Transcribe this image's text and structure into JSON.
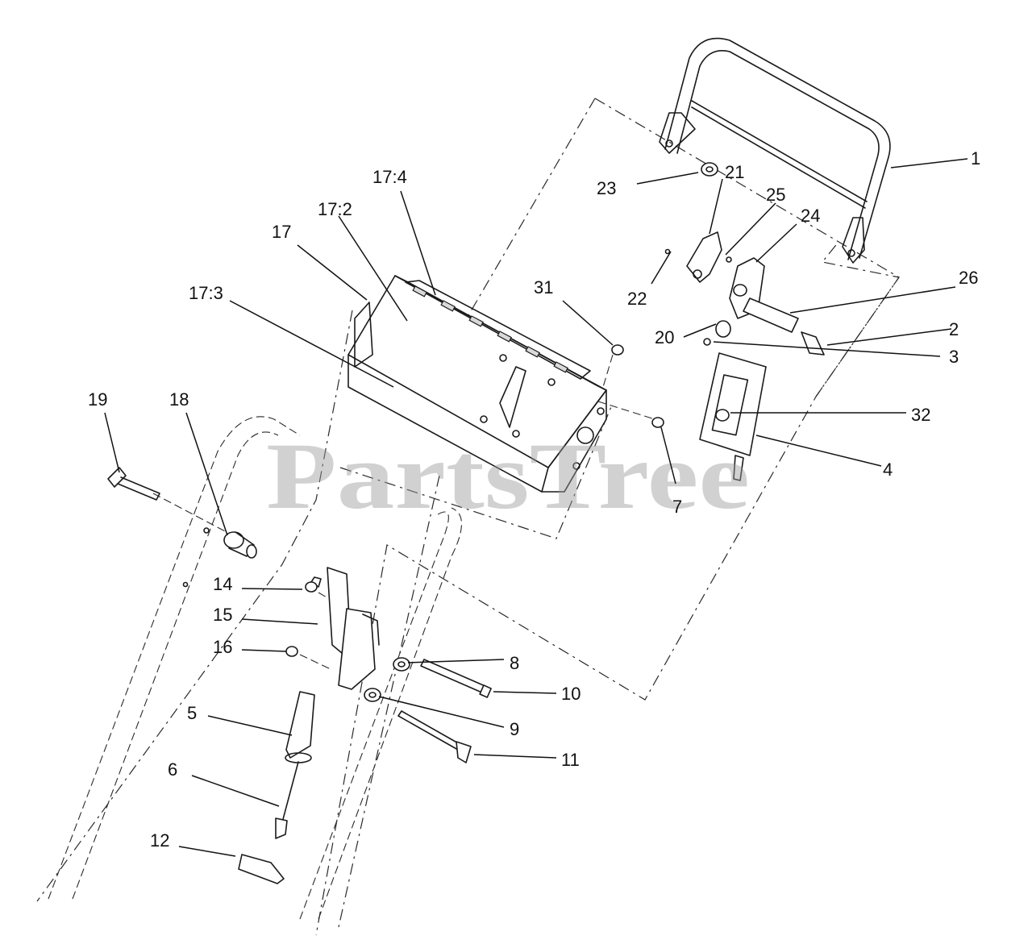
{
  "watermark": "PartsTree",
  "callouts": [
    {
      "id": "1",
      "label": "1"
    },
    {
      "id": "2",
      "label": "2"
    },
    {
      "id": "3",
      "label": "3"
    },
    {
      "id": "4",
      "label": "4"
    },
    {
      "id": "5",
      "label": "5"
    },
    {
      "id": "6",
      "label": "6"
    },
    {
      "id": "7",
      "label": "7"
    },
    {
      "id": "8",
      "label": "8"
    },
    {
      "id": "9",
      "label": "9"
    },
    {
      "id": "10",
      "label": "10"
    },
    {
      "id": "11",
      "label": "11"
    },
    {
      "id": "12",
      "label": "12"
    },
    {
      "id": "14",
      "label": "14"
    },
    {
      "id": "15",
      "label": "15"
    },
    {
      "id": "16",
      "label": "16"
    },
    {
      "id": "17",
      "label": "17"
    },
    {
      "id": "17_2",
      "label": "17:2"
    },
    {
      "id": "17_3",
      "label": "17:3"
    },
    {
      "id": "17_4",
      "label": "17:4"
    },
    {
      "id": "18",
      "label": "18"
    },
    {
      "id": "19",
      "label": "19"
    },
    {
      "id": "20",
      "label": "20"
    },
    {
      "id": "21",
      "label": "21"
    },
    {
      "id": "22",
      "label": "22"
    },
    {
      "id": "23",
      "label": "23"
    },
    {
      "id": "24",
      "label": "24"
    },
    {
      "id": "25",
      "label": "25"
    },
    {
      "id": "26",
      "label": "26"
    },
    {
      "id": "31",
      "label": "31"
    },
    {
      "id": "32",
      "label": "32"
    }
  ]
}
